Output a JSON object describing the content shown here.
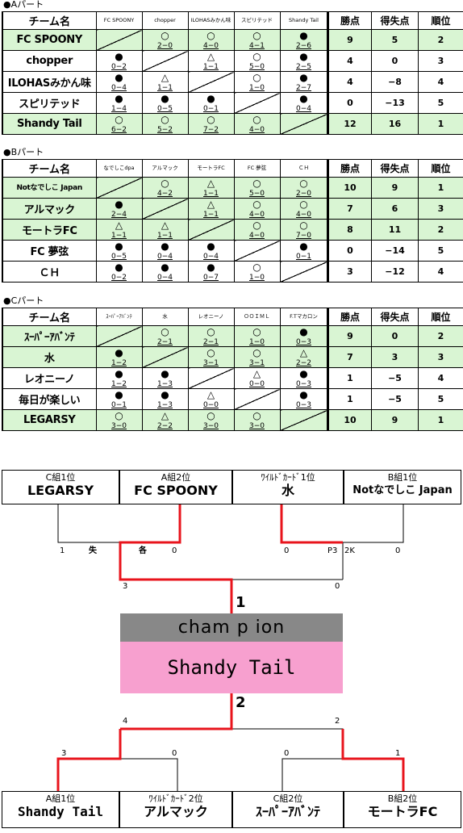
{
  "sections": {
    "a": "●Aパート",
    "b": "●Bパート",
    "c": "●Cパート"
  },
  "headers": {
    "team": "チーム名",
    "points": "勝点",
    "goal_diff": "得失点",
    "rank": "順位"
  },
  "groups": {
    "a": {
      "opponents": [
        "FC SPOONY",
        "chopper",
        "ILOHASみかん味",
        "スピリテッド",
        "Shandy Tail"
      ],
      "teams": [
        {
          "name": "FC SPOONY",
          "green": true,
          "results": [
            null,
            {
              "s": "○",
              "sc": "2−0"
            },
            {
              "s": "○",
              "sc": "4−0"
            },
            {
              "s": "○",
              "sc": "4−1"
            },
            {
              "s": "●",
              "sc": "2−6"
            }
          ],
          "pts": "9",
          "gd": "5",
          "rank": "2"
        },
        {
          "name": "chopper",
          "green": false,
          "results": [
            {
              "s": "●",
              "sc": "0−2"
            },
            null,
            {
              "s": "△",
              "sc": "1−1"
            },
            {
              "s": "○",
              "sc": "5−0"
            },
            {
              "s": "●",
              "sc": "2−5"
            }
          ],
          "pts": "4",
          "gd": "0",
          "rank": "3"
        },
        {
          "name": "ILOHASみかん味",
          "green": false,
          "results": [
            {
              "s": "●",
              "sc": "0−4"
            },
            {
              "s": "△",
              "sc": "1−1"
            },
            null,
            {
              "s": "○",
              "sc": "1−0"
            },
            {
              "s": "●",
              "sc": "2−7"
            }
          ],
          "pts": "4",
          "gd": "−8",
          "rank": "4"
        },
        {
          "name": "スピリテッド",
          "green": false,
          "results": [
            {
              "s": "●",
              "sc": "1−4"
            },
            {
              "s": "●",
              "sc": "0−5"
            },
            {
              "s": "●",
              "sc": "0−1"
            },
            null,
            {
              "s": "●",
              "sc": "0−4"
            }
          ],
          "pts": "0",
          "gd": "−13",
          "rank": "5"
        },
        {
          "name": "Shandy Tail",
          "green": true,
          "results": [
            {
              "s": "○",
              "sc": "6−2"
            },
            {
              "s": "○",
              "sc": "5−2"
            },
            {
              "s": "○",
              "sc": "7−2"
            },
            {
              "s": "○",
              "sc": "4−0"
            },
            null
          ],
          "pts": "12",
          "gd": "16",
          "rank": "1"
        }
      ]
    },
    "b": {
      "opponents": [
        "なでしこdpa",
        "アルマック",
        "モートラFC",
        "FC 夢弦",
        "ＣＨ"
      ],
      "teams": [
        {
          "name": "Notなでしこ Japan",
          "small": true,
          "green": true,
          "results": [
            null,
            {
              "s": "○",
              "sc": "4−2"
            },
            {
              "s": "△",
              "sc": "1−1"
            },
            {
              "s": "○",
              "sc": "5−0"
            },
            {
              "s": "○",
              "sc": "2−0"
            }
          ],
          "pts": "10",
          "gd": "9",
          "rank": "1"
        },
        {
          "name": "アルマック",
          "green": true,
          "results": [
            {
              "s": "●",
              "sc": "2−4"
            },
            null,
            {
              "s": "△",
              "sc": "1−1"
            },
            {
              "s": "○",
              "sc": "4−0"
            },
            {
              "s": "○",
              "sc": "4−0"
            }
          ],
          "pts": "7",
          "gd": "6",
          "rank": "3"
        },
        {
          "name": "モートラFC",
          "green": true,
          "results": [
            {
              "s": "△",
              "sc": "1−1"
            },
            {
              "s": "△",
              "sc": "1−1"
            },
            null,
            {
              "s": "○",
              "sc": "4−0"
            },
            {
              "s": "○",
              "sc": "7−0"
            }
          ],
          "pts": "8",
          "gd": "11",
          "rank": "2"
        },
        {
          "name": "FC 夢弦",
          "green": false,
          "results": [
            {
              "s": "●",
              "sc": "0−5"
            },
            {
              "s": "●",
              "sc": "0−4"
            },
            {
              "s": "●",
              "sc": "0−4"
            },
            null,
            {
              "s": "●",
              "sc": "0−1"
            }
          ],
          "pts": "0",
          "gd": "−14",
          "rank": "5"
        },
        {
          "name": "ＣＨ",
          "green": false,
          "results": [
            {
              "s": "●",
              "sc": "0−2"
            },
            {
              "s": "●",
              "sc": "0−4"
            },
            {
              "s": "●",
              "sc": "0−7"
            },
            {
              "s": "○",
              "sc": "1−0"
            },
            null
          ],
          "pts": "3",
          "gd": "−12",
          "rank": "4"
        }
      ]
    },
    "c": {
      "opponents": [
        "ｽｰﾊﾟｰｱﾊﾞﾝﾃ",
        "水",
        "レオニーノ",
        "ＯＯＩＭＬ",
        "F.Tマカロン"
      ],
      "teams": [
        {
          "name": "ｽｰﾊﾟｰｱﾊﾞﾝﾃ",
          "green": true,
          "results": [
            null,
            {
              "s": "○",
              "sc": "2−1"
            },
            {
              "s": "○",
              "sc": "2−1"
            },
            {
              "s": "○",
              "sc": "1−0"
            },
            {
              "s": "●",
              "sc": "0−3"
            }
          ],
          "pts": "9",
          "gd": "0",
          "rank": "2"
        },
        {
          "name": "水",
          "green": true,
          "results": [
            {
              "s": "●",
              "sc": "1−2"
            },
            null,
            {
              "s": "○",
              "sc": "3−1"
            },
            {
              "s": "○",
              "sc": "3−1"
            },
            {
              "s": "△",
              "sc": "2−2"
            }
          ],
          "pts": "7",
          "gd": "3",
          "rank": "3"
        },
        {
          "name": "レオニーノ",
          "green": false,
          "results": [
            {
              "s": "●",
              "sc": "1−2"
            },
            {
              "s": "●",
              "sc": "1−3"
            },
            null,
            {
              "s": "△",
              "sc": "0−0"
            },
            {
              "s": "●",
              "sc": "0−3"
            }
          ],
          "pts": "1",
          "gd": "−5",
          "rank": "4"
        },
        {
          "name": "毎日が楽しい",
          "green": false,
          "results": [
            {
              "s": "●",
              "sc": "0−1"
            },
            {
              "s": "●",
              "sc": "1−3"
            },
            {
              "s": "△",
              "sc": "0−0"
            },
            null,
            {
              "s": "●",
              "sc": "0−3"
            }
          ],
          "pts": "1",
          "gd": "−5",
          "rank": "5"
        },
        {
          "name": "LEGARSY",
          "green": true,
          "results": [
            {
              "s": "○",
              "sc": "3−0"
            },
            {
              "s": "△",
              "sc": "2−2"
            },
            {
              "s": "○",
              "sc": "3−0"
            },
            {
              "s": "○",
              "sc": "3−0"
            },
            null
          ],
          "pts": "10",
          "gd": "9",
          "rank": "1"
        }
      ]
    }
  },
  "bracket": {
    "top": [
      {
        "label": "C組1位",
        "team": "LEGARSY"
      },
      {
        "label": "A組2位",
        "team": "FC SPOONY"
      },
      {
        "label": "ﾜｲﾙﾄﾞｶｰﾄﾞ1位",
        "team": "水"
      },
      {
        "label": "B組1位",
        "team": "Notなでしこ Japan"
      }
    ],
    "bottom": [
      {
        "label": "A組1位",
        "team": "Shandy Tail"
      },
      {
        "label": "ﾜｲﾙﾄﾞｶｰﾄﾞ2位",
        "team": "アルマック"
      },
      {
        "label": "C組2位",
        "team": "ｽｰﾊﾟｰｱﾊﾞﾝﾃ"
      },
      {
        "label": "B組2位",
        "team": "モートラFC"
      }
    ],
    "top_scores": {
      "s1": "1",
      "s1b": "失",
      "s2a": "各",
      "s2": "0",
      "s3": "0",
      "s4": "P3",
      "s4b": "2K",
      "s5": "0",
      "semi_l": "3",
      "semi_r": "0"
    },
    "bottom_scores": {
      "s1": "3",
      "s2": "0",
      "s3": "0",
      "s4": "1",
      "semi_l": "4",
      "semi_r": "2"
    },
    "final_top": "1",
    "final_bottom": "2",
    "champion_label": "cham p ion",
    "champion_team": "Shandy Tail",
    "line_color": "#e8141c"
  }
}
